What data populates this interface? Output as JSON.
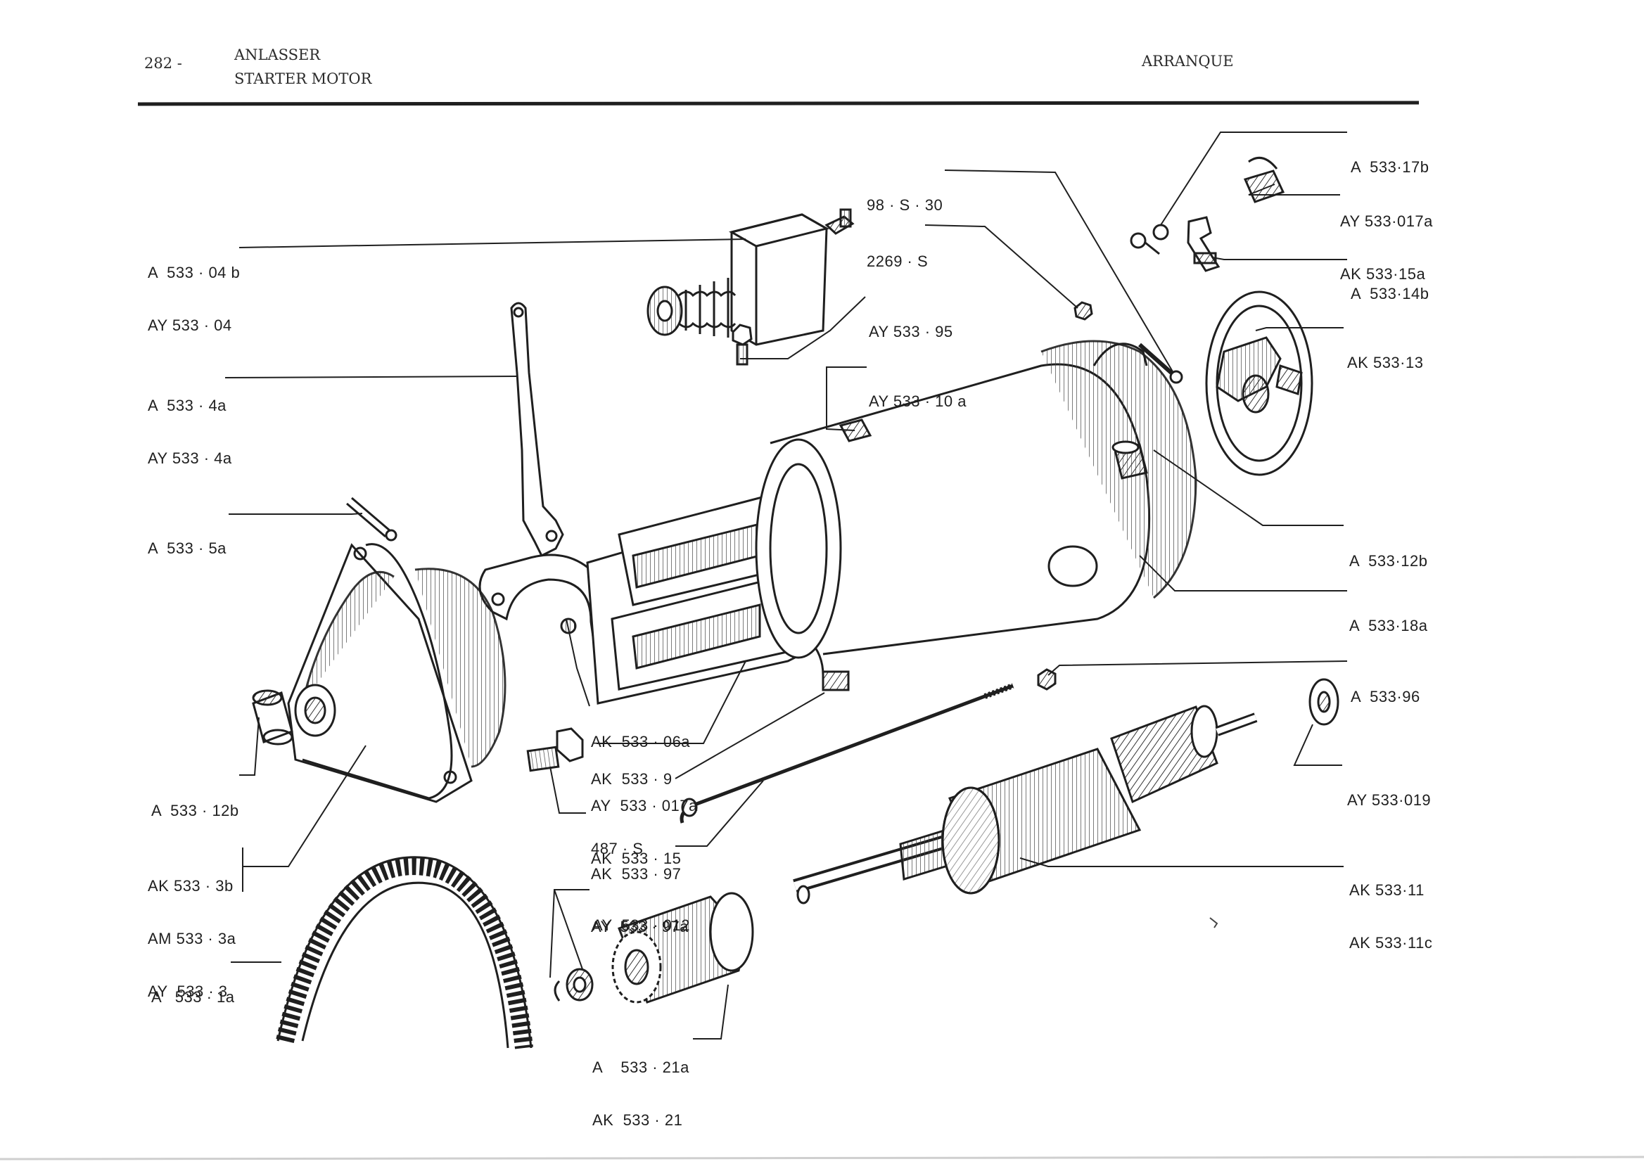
{
  "header": {
    "page_number": "282 -",
    "title_de": "ANLASSER",
    "title_en": "STARTER MOTOR",
    "title_es": "ARRANQUE"
  },
  "labels": {
    "a533_04b": [
      "A  533 · 04 b",
      "AY 533 · 04"
    ],
    "a533_4a": [
      "A  533 · 4a",
      "AY 533 · 4a"
    ],
    "a533_5a": [
      "A  533 · 5a"
    ],
    "a533_12b_left": [
      "A  533 · 12b"
    ],
    "ak533_3b": [
      "AK 533 · 3b",
      "AM 533 · 3a",
      "AY  533 · 3"
    ],
    "a533_1a": [
      "A   533 · 1a"
    ],
    "s98_30": [
      "98 · S · 30"
    ],
    "s2269": [
      "2269 · S"
    ],
    "ay533_95": [
      "AY 533 · 95"
    ],
    "ay533_10a": [
      "AY 533 · 10 a"
    ],
    "ak533_06a": [
      "AK  533 · 06a"
    ],
    "ak533_9": [
      "AK  533 · 9"
    ],
    "ay533_017a_mid": [
      "AY  533 · 017a",
      "AK  533 · 15"
    ],
    "s487": [
      "487 · S"
    ],
    "ak533_97": [
      "AK  533 · 97",
      "AY  533 · 97a"
    ],
    "ay533_012": [
      "AY  533 · 012"
    ],
    "a533_21a": [
      "A    533 · 21a",
      "AK  533 · 21"
    ],
    "a533_17b": [
      "A  533·17b"
    ],
    "ay533_017a_right": [
      "AY 533·017a",
      "AK 533·15a"
    ],
    "a533_14b": [
      "A  533·14b"
    ],
    "ak533_13": [
      "AK 533·13"
    ],
    "a533_12b_right": [
      "A  533·12b"
    ],
    "a533_18a": [
      "A  533·18a"
    ],
    "a533_96": [
      "A  533·96"
    ],
    "ay533_019": [
      "AY 533·019"
    ],
    "ak533_11": [
      "AK 533·11",
      "AK 533·11c"
    ]
  },
  "colors": {
    "ink": "#1f1f1f",
    "paper": "#ffffff",
    "shade": "#9a9a9a"
  }
}
